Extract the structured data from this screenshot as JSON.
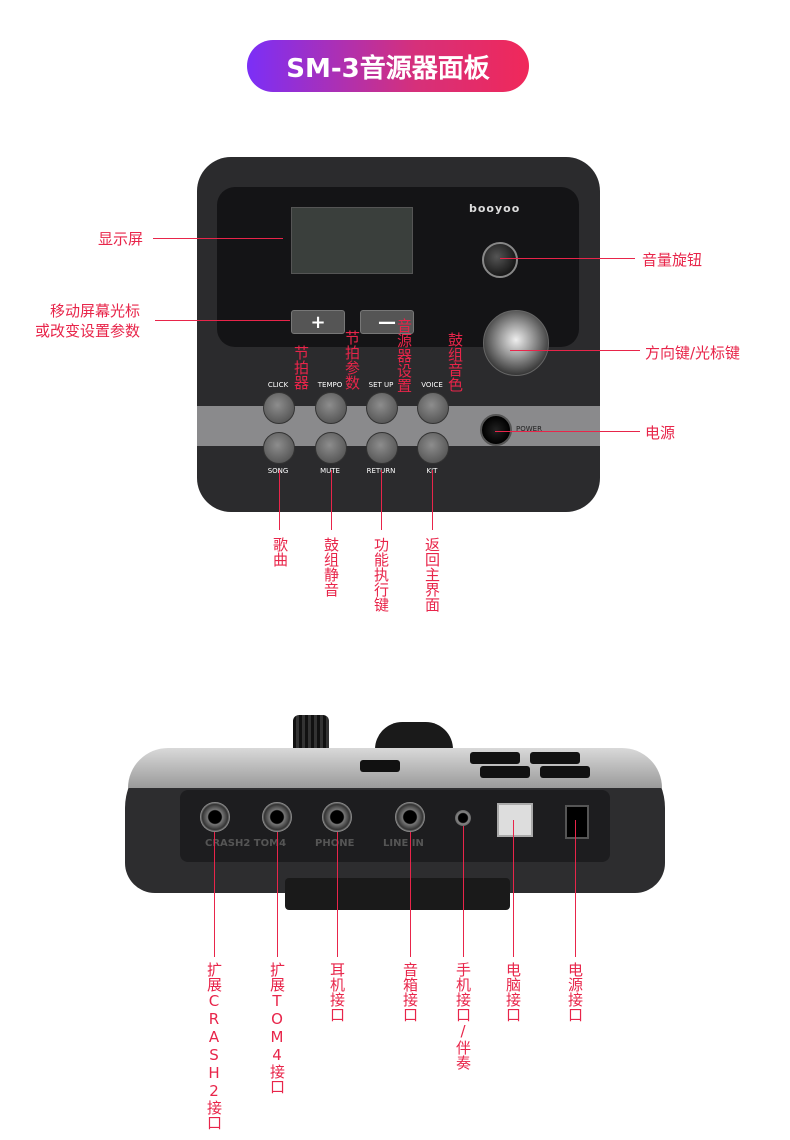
{
  "title": "SM-3音源器面板",
  "brand": "booyoo",
  "panel": {
    "plus": "+",
    "minus": "—",
    "buttons_top": [
      "CLICK",
      "TEMPO",
      "SET UP",
      "VOICE"
    ],
    "buttons_bottom": [
      "SONG",
      "MUTE",
      "RETURN",
      "KIT"
    ],
    "power": "POWER"
  },
  "labels": {
    "display": "显示屏",
    "cursor_line1": "移动屏幕光标",
    "cursor_line2": "或改变设置参数",
    "volume_knob": "音量旋钮",
    "direction_key": "方向键/光标键",
    "power": "电源",
    "metronome": "节拍器",
    "tempo_param": "节拍参数",
    "source_setup": "音源器设置",
    "drum_voice": "鼓组音色",
    "song": "歌曲",
    "drum_mute": "鼓组静音",
    "function_key": "功能执行键",
    "return_main": "返回主界面"
  },
  "back_ports": {
    "crash_tom_text": "CRASH2 TOM4",
    "phone_text": "PHONE",
    "aux_text": "LINE IN"
  },
  "back_labels": {
    "crash2": "扩展CRASH2接口",
    "tom4": "扩展TOM4接口",
    "phone": "耳机接口",
    "speaker": "音箱接口",
    "mobile": "手机接口/伴奏",
    "pc": "电脑接口",
    "power": "电源接口"
  }
}
